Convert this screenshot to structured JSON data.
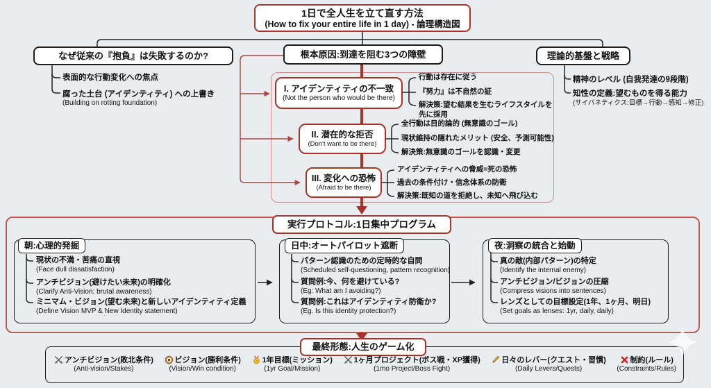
{
  "title": {
    "jp": "1日で全人生を立て直す方法",
    "en": "(How to fix your entire life in 1 day) - 論理構造図"
  },
  "why_fail": {
    "heading": "なぜ従来の『抱負』は失敗するのか?",
    "items": [
      {
        "jp": "表面的な行動変化への焦点",
        "en": ""
      },
      {
        "jp": "腐った土台 (アイデンティティ) への上書き",
        "en": "(Building on rotting foundation)"
      }
    ]
  },
  "root_cause": {
    "heading": "根本原因:到達を阻む3つの障壁"
  },
  "theory": {
    "heading": "理論的基盤と戦略",
    "items": [
      {
        "jp": "精神のレベル (自我発達の9段階)",
        "en": ""
      },
      {
        "jp": "知性の定義:望むものを得る能力",
        "en": "(サイバネティクス:目標→行動→感知→修正)"
      }
    ]
  },
  "barriers": [
    {
      "title": "I. アイデンティティの不一致",
      "subtitle": "(Not the person who would be there)",
      "points": [
        "行動は存在に従う",
        "『努力』は不自然の証",
        "解決策:望む結果を生むライフスタイルを先に採用"
      ]
    },
    {
      "title": "II. 潜在的な拒否",
      "subtitle": "(Don't want to be there)",
      "points": [
        "全行動は目的論的 (無意識のゴール)",
        "現状維持の隠れたメリット (安全、予測可能性)",
        "解決策:無意識のゴールを認識・変更"
      ]
    },
    {
      "title": "III. 変化への恐怖",
      "subtitle": "(Afraid to be there)",
      "points": [
        "アイデンティティへの脅威=死の恐怖",
        "過去の条件付け・信念体系の防衛",
        "解決策:既知の道を拒絶し、未知へ飛び込む"
      ]
    }
  ],
  "protocol": {
    "heading": "実行プロトコル:1日集中プログラム",
    "phases": [
      {
        "heading": "朝:心理的発掘",
        "items": [
          {
            "jp": "現状の不満・苦痛の直視",
            "en": "(Face dull dissatisfaction)"
          },
          {
            "jp": "アンチビジョン(避けたい未来)の明確化",
            "en": "(Clarify Anti-Vision: brutal awareness)"
          },
          {
            "jp": "ミニマム・ビジョン(望む未来)と新しいアイデンティティ定義",
            "en": "(Define Vision MVP & New Identity statement)"
          }
        ]
      },
      {
        "heading": "日中:オートパイロット遮断",
        "items": [
          {
            "jp": "パターン認識のための定時的な自問",
            "en": "(Scheduled self-questioning, pattern recognition)"
          },
          {
            "jp": "質問例:今、何を避けている?",
            "en": "(Eg: What am I avoiding?)"
          },
          {
            "jp": "質問例:これはアイデンティティ防衛か?",
            "en": "(Eg. Is this identity protection?)"
          }
        ]
      },
      {
        "heading": "夜:洞察の統合と始動",
        "items": [
          {
            "jp": "真の敵(内部パターン)の特定",
            "en": "(Identify the internal enemy)"
          },
          {
            "jp": "アンチビジョン/ビジョンの圧縮",
            "en": "(Compress visions into sentences)"
          },
          {
            "jp": "レンズとしての目標設定(1年、1ヶ月、明日)",
            "en": "(Set goals as lenses: 1yr, daily, daily)"
          }
        ]
      }
    ]
  },
  "final": {
    "heading": "最終形態:人生のゲーム化",
    "legend": [
      {
        "icon": "crossed-swords",
        "jp": "アンチビジョン(敗北条件)",
        "en": "(Anti-vision/Stakes)"
      },
      {
        "icon": "target",
        "jp": "ビジョン(勝利条件)",
        "en": "(Vision/Win condition)"
      },
      {
        "icon": "medal",
        "jp": "1年目標(ミッション)",
        "en": "(1yr Goal/Mission)"
      },
      {
        "icon": "crossed-swords",
        "jp": "1ヶ月プロジェクト(ボス戦・XP獲得)",
        "en": "(1mo Project/Boss Fight)"
      },
      {
        "icon": "pencil",
        "jp": "日々のレバー(クエスト・習慣)",
        "en": "(Daily Levers/Quests)"
      },
      {
        "icon": "cross-mark",
        "jp": "制約(ルール)",
        "en": "(Constraints/Rules)"
      }
    ]
  },
  "colors": {
    "accent_red": "#a93226",
    "soft_red": "#d08f86",
    "line_black": "#222222",
    "background": "#eaedf0"
  }
}
